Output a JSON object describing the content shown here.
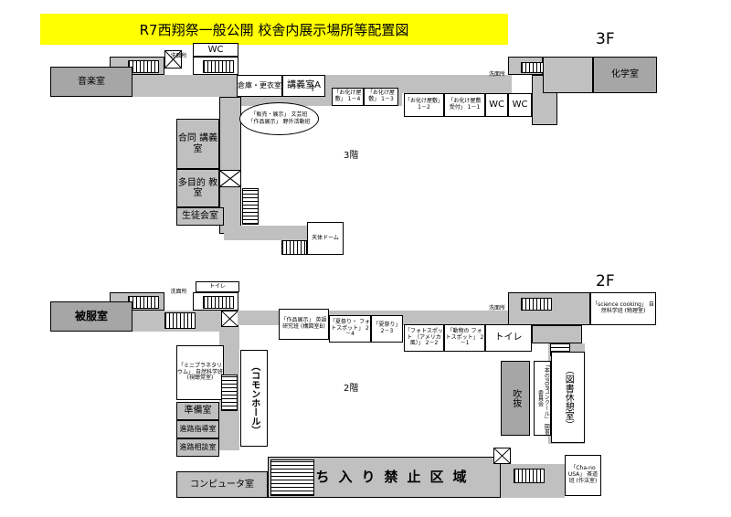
{
  "title": "R7西翔祭一般公開 校舎内展示場所等配置図",
  "floor3": {
    "label": "3F",
    "center": "3階",
    "rooms": {
      "wc_top": "WC",
      "washroom_left": "洗面所",
      "music": "音楽室",
      "storage": "倉庫・更衣室",
      "lecture_a": "講義室A",
      "okake_14": "「お化け屋敷」 1－4",
      "okake_13": "「お化け屋敷」 1－3",
      "okake_12": "「お化け屋敷」 1－2",
      "okake_11": "「お化け屋敷 受付」 1－1",
      "wc1": "WC",
      "wc2": "WC",
      "washroom_right": "洗面所",
      "chemistry": "化学室",
      "joint_lecture": "合同 講義室",
      "multipurpose": "多目的 教室",
      "student_council": "生徒会室",
      "dome": "天体ドーム"
    },
    "note": {
      "line1": "「販売・展示」 文芸班",
      "line2": "「作品展示」 野外活動班"
    }
  },
  "floor2": {
    "label": "2F",
    "center": "2階",
    "rooms": {
      "toilet_top": "トイレ",
      "washroom_left": "洗面所",
      "clothing": "被服室",
      "eigo": "「作品展示」 英語研究班 (構図室B)",
      "natsu_24": "「夏祭り・ フォトスポット」 2－4",
      "natsu_23": "「夏祭り」 2－3",
      "photo_22": "「フォトスポット （アメリカ風）」 2－2",
      "animal_21": "「動物の フォトスポット」 2－1",
      "toilet_right": "トイレ",
      "washroom_right": "洗面所",
      "science_cooking": "「science cooking」 自然科学班 (物理室)",
      "planetarium": "「ミニプラネタリウム」 自然科学班 (視聴覚室)",
      "common_hall": "（コモンホール）",
      "prep": "準備室",
      "career_guidance": "進路指導室",
      "career_counsel": "進路相談室",
      "fukinuke": "吹抜",
      "pop_contest": "「本のPOPコンクール」 図書委員会",
      "library": "（図書休憩室）",
      "computer": "コンピュータ室",
      "restricted": "立ち入り禁止区域",
      "cha_no_usa": "「Cha-no USA」 茶道班 (作法室)"
    }
  }
}
